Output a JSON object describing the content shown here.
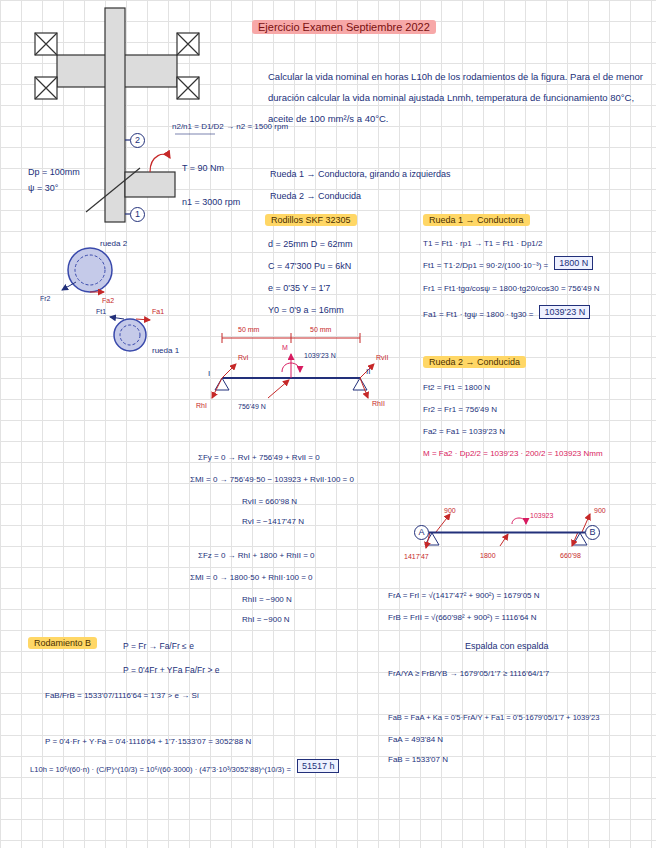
{
  "diagram": {
    "title": "Ejercicio Examen Septiembre 2022",
    "nodes": [
      {
        "text": [
          "2"
        ]
      },
      {
        "text": [
          "1"
        ]
      },
      {
        "text": [
          "Rodillos SKF 32305"
        ]
      },
      {
        "text": [
          "Rueda 1 → Conductora"
        ]
      },
      {
        "text": [
          "1800 N"
        ]
      },
      {
        "text": [
          "1039'23 N"
        ]
      },
      {
        "text": [
          "Rueda 2 → Conducida"
        ]
      },
      {
        "text": [
          "A"
        ]
      },
      {
        "text": [
          "B"
        ]
      },
      {
        "text": [
          "Rodamiento B"
        ]
      },
      {
        "text": [
          "51517 h"
        ]
      }
    ],
    "edges": [
      {
        "from": 7,
        "to": 8,
        "arrow": "none"
      }
    ],
    "labels": [
      "n2/n1 = D1/D2 → n2 = 1500 rpm",
      "Dp = 100mm",
      "ψ = 30°",
      "T = 90 Nm",
      "n1 = 3000 rpm",
      "rueda 2",
      "Fr2",
      "Fa2",
      "Ft1",
      "Fa1",
      "rueda 1",
      "Calcular la vida nominal en horas L10h de los rodamientos de la figura. Para el de menor duración calcular la vida nominal ajustada Lnmh, temperatura de funcionamiento 80°C, aceite de 100 mm²/s a 40°C.",
      "Rueda 1 → Conductora, girando a izquierdas",
      "Rueda 2 → Conducida",
      "d = 25mm     D = 62mm",
      "C = 47'300     Pu = 6kN",
      "e = 0'35     Y = 1'7",
      "Y0 = 0'9     a = 16mm",
      "T1 = Ft1 · rp1 → T1 = Ft1 · Dp1/2",
      "Ft1 = T1·2/Dp1 = 90·2/(100·10⁻³) =",
      "Fr1 = Ft1·tgα/cosψ = 1800·tg20/cos30 = 756'49 N",
      "Fa1 = Ft1 · tgψ = 1800 · tg30 =",
      "Ft2 = Ft1 = 1800 N",
      "Fr2 = Fr1 = 756'49 N",
      "Fa2 = Fa1 = 1039'23 N",
      "M = Fa2 · Dp2/2 = 1039'23 · 200/2 = 103923 Nmm",
      "50 mm",
      "50 mm",
      "RvI",
      "M",
      "1039'23 N",
      "756'49 N",
      "RhI",
      "RvII",
      "RhII",
      "I",
      "II",
      "ΣFy = 0 → RvI + 756'49 + RvII = 0",
      "ΣMI = 0 → 756'49·50 − 103923 + RvII·100 = 0",
      "RvII = 660'98 N",
      "RvI = −1417'47 N",
      "ΣFz = 0 → RhI + 1800 + RhII = 0",
      "ΣMI = 0 → 1800·50 + RhII·100 = 0",
      "RhII = −900 N",
      "RhI = −900 N",
      "900",
      "1417'47",
      "1800",
      "103923",
      "660'98",
      "900",
      "FrA = FrI = √(1417'47² + 900²) = 1679'05 N",
      "FrB = FrII = √(660'98² + 900²) = 1116'64 N",
      "Espalda con espalda",
      "FrA/YA ≥ FrB/YB → 1679'05/1'7 ≥ 1116'64/1'7",
      "FaB = FaA + Ka = 0'5·FrA/Y + Fa1 = 0'5·1679'05/1'7 + 1039'23",
      "FaA = 493'84 N",
      "FaB = 1533'07 N",
      "P = Fr → Fa/Fr ≤ e",
      "P = 0'4Fr + YFa     Fa/Fr > e",
      "FaB/FrB = 1533'07/1116'64 = 1'37 > e → Sí",
      "P = 0'4·Fr + Y·Fa = 0'4·1116'64 + 1'7·1533'07 = 3052'88 N",
      "L10h = 10⁶/(60·n) · (C/P)^(10/3) = 10⁶/(60·3000) · (47'3·10³/3052'88)^(10/3) ="
    ]
  }
}
